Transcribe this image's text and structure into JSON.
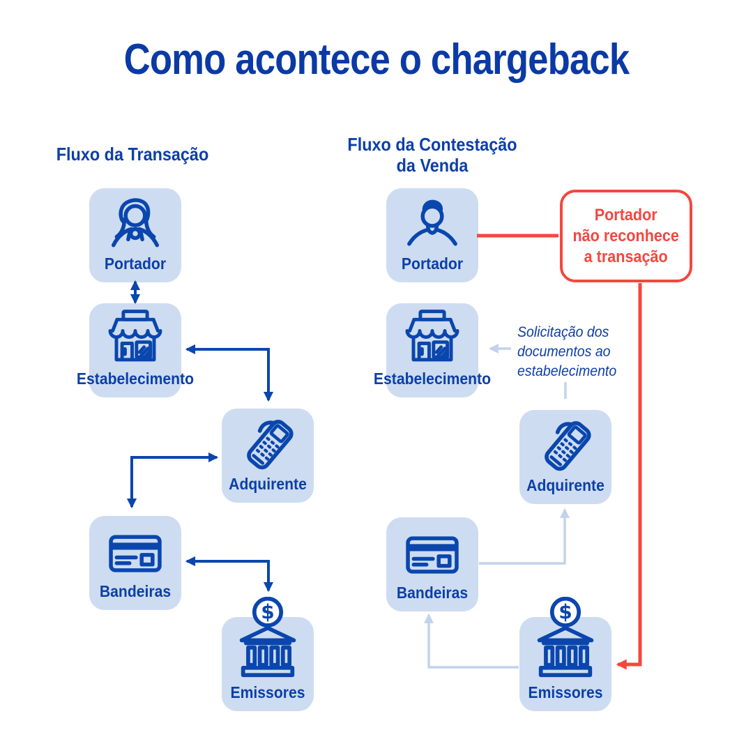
{
  "title": "Como acontece o chargeback",
  "left_flow": {
    "heading": "Fluxo da Transação",
    "nodes": [
      {
        "label": "Portador",
        "icon": "woman-icon"
      },
      {
        "label": "Estabelecimento",
        "icon": "store-icon"
      },
      {
        "label": "Adquirente",
        "icon": "pos-terminal-icon"
      },
      {
        "label": "Bandeiras",
        "icon": "credit-card-icon"
      },
      {
        "label": "Emissores",
        "icon": "bank-dollar-icon"
      }
    ]
  },
  "right_flow": {
    "heading": "Fluxo da Contestação\nda Venda",
    "nodes": [
      {
        "label": "Portador",
        "icon": "man-icon"
      },
      {
        "label": "Estabelecimento",
        "icon": "store-icon"
      },
      {
        "label": "Adquirente",
        "icon": "pos-terminal-icon"
      },
      {
        "label": "Bandeiras",
        "icon": "credit-card-icon"
      },
      {
        "label": "Emissores",
        "icon": "bank-dollar-icon"
      }
    ]
  },
  "callout": {
    "text": "Portador\nnão reconhece\na transação"
  },
  "note": {
    "text": "Solicitação dos\ndocumentos ao\nestabelecimento"
  },
  "colors": {
    "title_blue": "#0b3aa6",
    "text_blue": "#0c3fa7",
    "icon_blue": "#0a46ad",
    "box_fill": "#cddcf1",
    "light_arrow": "#c3d2ec",
    "alert_red": "#f4473f"
  }
}
